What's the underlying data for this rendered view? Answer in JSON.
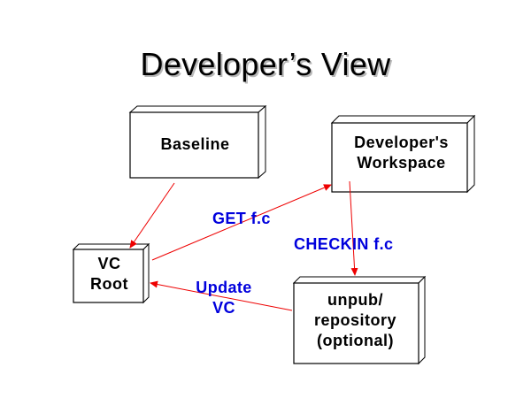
{
  "title": "Developer’s View",
  "nodes": {
    "baseline": "Baseline",
    "workspace": "Developer's\nWorkspace",
    "vc_root": "VC\nRoot",
    "unpub": "unpub/\nrepository\n(optional)"
  },
  "edges": {
    "get": "GET f.c",
    "checkin": "CHECKIN f.c",
    "update": "Update\nVC"
  },
  "colors": {
    "arrow": "#ee0000",
    "edge_label": "#0000dd"
  }
}
